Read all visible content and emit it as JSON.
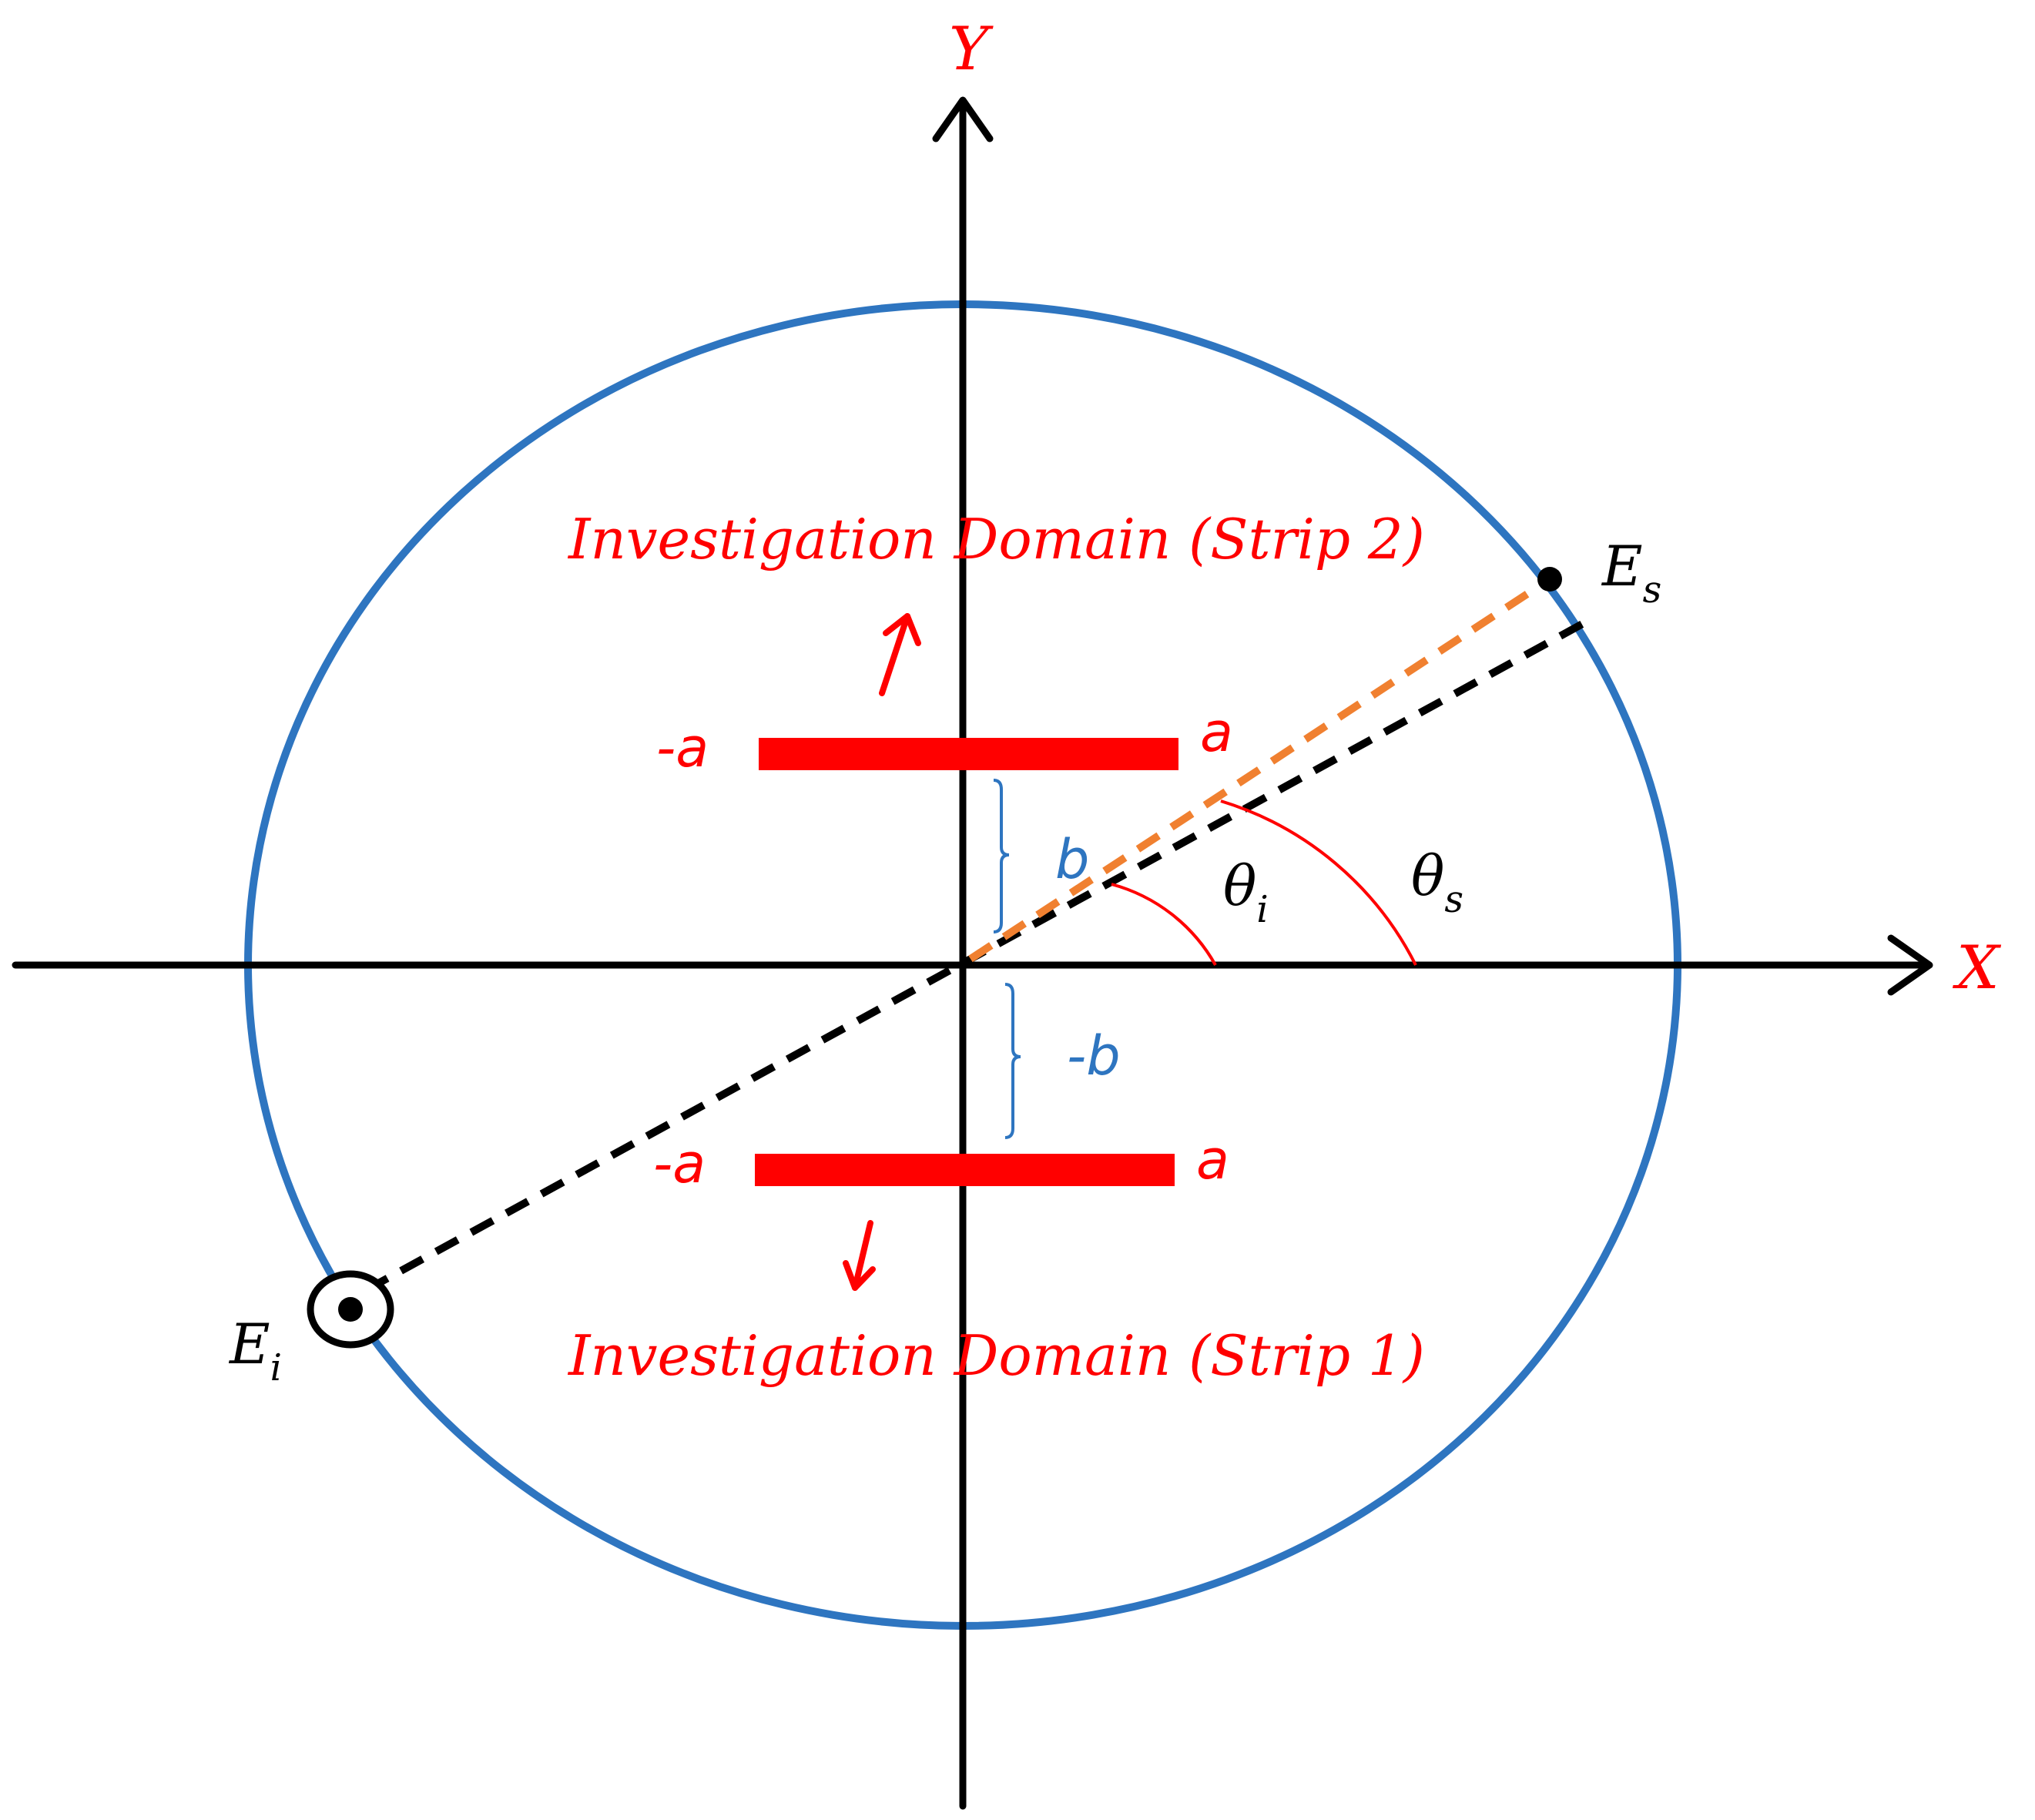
{
  "colors": {
    "axis": "#000000",
    "circle": "#2e75c0",
    "strip": "#ff0000",
    "label_red": "#ff0000",
    "label_blue": "#2e75c0",
    "incident_line": "#000000",
    "scattered_line": "#f08030",
    "angle_arc": "#ff0000"
  },
  "axes": {
    "x_label": "X",
    "y_label": "Y"
  },
  "strips": {
    "strip2": {
      "domain_label": "Investigation Domain (Strip 2)",
      "left_label": "-a",
      "right_label": "a"
    },
    "strip1": {
      "domain_label": "Investigation Domain (Strip 1)",
      "left_label": "-a",
      "right_label": "a"
    }
  },
  "offsets": {
    "upper": "b",
    "lower": "-b"
  },
  "fields": {
    "incident": {
      "base": "E",
      "sub": "i"
    },
    "scattered": {
      "base": "E",
      "sub": "s"
    }
  },
  "angles": {
    "incident": {
      "base": "θ",
      "sub": "i"
    },
    "scattered": {
      "base": "θ",
      "sub": "s"
    }
  },
  "icons": {
    "incident_source": "out-of-plane-field-icon",
    "scattered_receiver": "receiver-point-icon"
  }
}
